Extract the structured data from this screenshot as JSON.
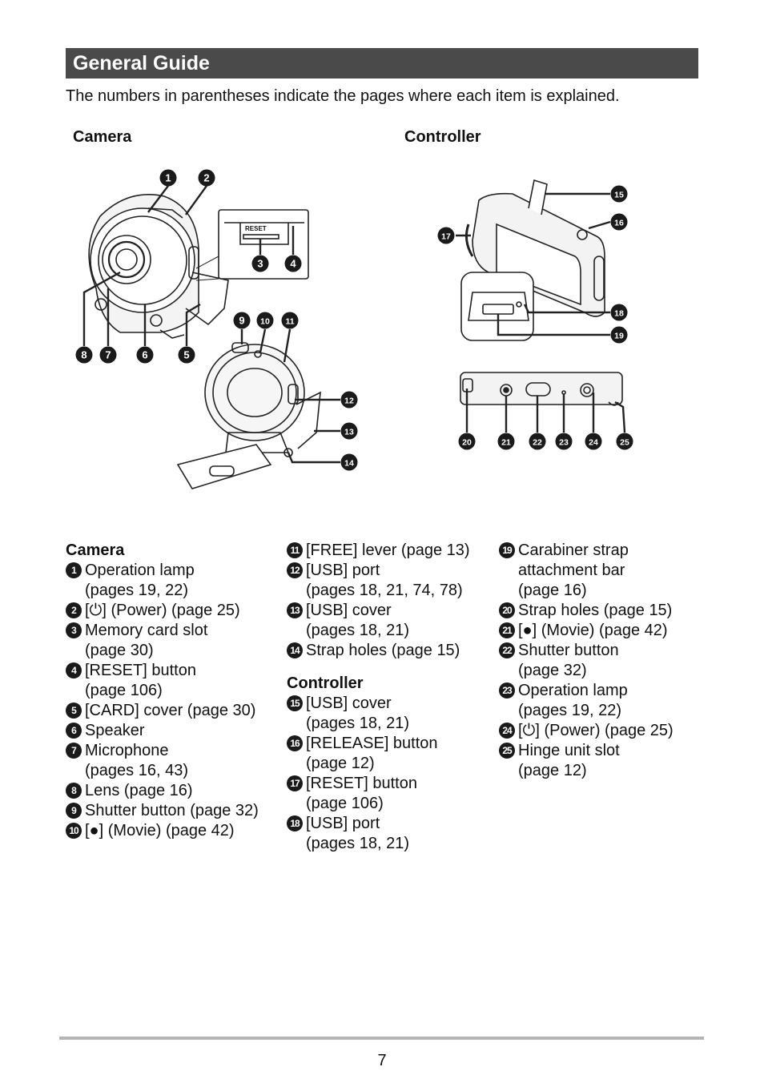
{
  "header": {
    "title": "General Guide"
  },
  "intro": "The numbers in parentheses indicate the pages where each item is explained.",
  "figure": {
    "camera_label": "Camera",
    "controller_label": "Controller",
    "reset_label": "RESET",
    "callouts": [
      "1",
      "2",
      "3",
      "4",
      "5",
      "6",
      "7",
      "8",
      "9",
      "10",
      "11",
      "12",
      "13",
      "14",
      "15",
      "16",
      "17",
      "18",
      "19",
      "20",
      "21",
      "22",
      "23",
      "24",
      "25"
    ]
  },
  "list": {
    "col1": {
      "heading": "Camera",
      "items": [
        {
          "n": "1",
          "text": "Operation lamp\n(pages 19, 22)"
        },
        {
          "n": "2",
          "text": "[⏻] (Power) (page 25)"
        },
        {
          "n": "3",
          "text": "Memory card slot\n(page 30)"
        },
        {
          "n": "4",
          "text": "[RESET] button\n(page 106)"
        },
        {
          "n": "5",
          "text": "[CARD] cover (page 30)"
        },
        {
          "n": "6",
          "text": "Speaker"
        },
        {
          "n": "7",
          "text": "Microphone\n(pages 16, 43)"
        },
        {
          "n": "8",
          "text": "Lens (page 16)"
        },
        {
          "n": "9",
          "text": "Shutter button (page 32)"
        },
        {
          "n": "10",
          "text": "[●] (Movie) (page 42)"
        }
      ]
    },
    "col2": {
      "items_a": [
        {
          "n": "11",
          "text": "[FREE] lever (page 13)"
        },
        {
          "n": "12",
          "text": "[USB] port\n(pages 18, 21, 74, 78)"
        },
        {
          "n": "13",
          "text": "[USB] cover\n(pages 18, 21)"
        },
        {
          "n": "14",
          "text": "Strap holes (page 15)"
        }
      ],
      "heading": "Controller",
      "items_b": [
        {
          "n": "15",
          "text": "[USB] cover\n(pages 18, 21)"
        },
        {
          "n": "16",
          "text": "[RELEASE] button\n(page 12)"
        },
        {
          "n": "17",
          "text": "[RESET] button\n(page 106)"
        },
        {
          "n": "18",
          "text": "[USB] port\n(pages 18, 21)"
        }
      ]
    },
    "col3": {
      "items": [
        {
          "n": "19",
          "text": "Carabiner strap\nattachment bar\n(page 16)"
        },
        {
          "n": "20",
          "text": "Strap holes (page 15)"
        },
        {
          "n": "21",
          "text": "[●] (Movie) (page 42)"
        },
        {
          "n": "22",
          "text": "Shutter button\n(page 32)"
        },
        {
          "n": "23",
          "text": "Operation lamp\n(pages 19, 22)"
        },
        {
          "n": "24",
          "text": "[⏻] (Power) (page 25)"
        },
        {
          "n": "25",
          "text": "Hinge unit slot\n(page 12)"
        }
      ]
    }
  },
  "footer": {
    "page_number": "7"
  }
}
